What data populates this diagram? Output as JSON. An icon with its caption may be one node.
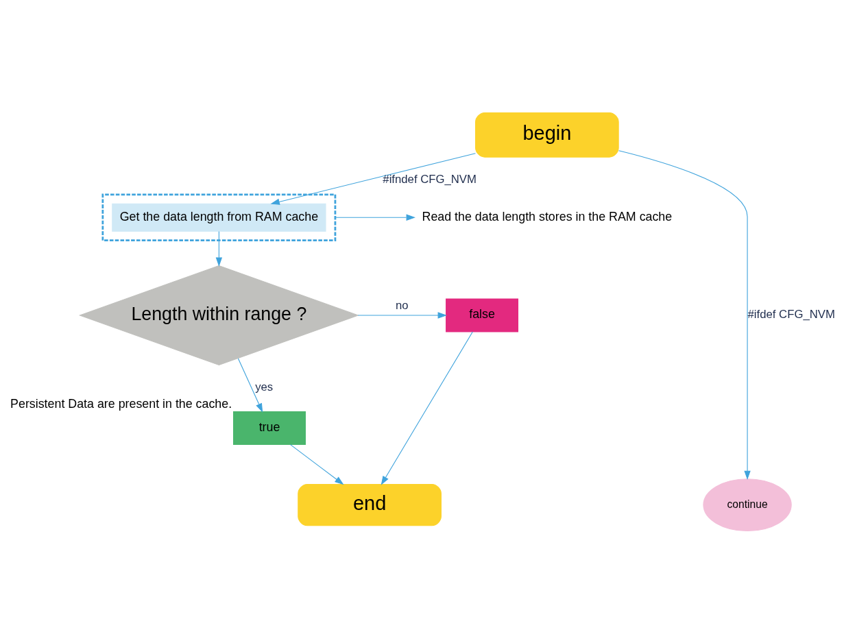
{
  "diagram": {
    "nodes": [
      {
        "text": [
          "begin"
        ]
      },
      {
        "text": [],
        "shape": "box"
      },
      {
        "text": [
          "Get the data length from RAM cache"
        ],
        "in": 1
      },
      {
        "text": [
          "Read the data length stores in the RAM cache"
        ]
      },
      {
        "text": [
          "Length within range ?"
        ]
      },
      {
        "text": [
          "false"
        ]
      },
      {
        "text": [
          "true"
        ],
        "beside": [
          "Persistent Data are present in the cache."
        ]
      },
      {
        "text": [
          "end"
        ]
      },
      {
        "text": [
          "continue"
        ]
      }
    ],
    "edges": [
      {
        "from": 0,
        "to": 8,
        "arrow": "to",
        "label": "#ifdef CFG_NVM"
      },
      {
        "from": 0,
        "to": 2,
        "arrow": "to",
        "label": "#ifndef CFG_NVM"
      },
      {
        "from": 1,
        "to": 3,
        "arrow": "to"
      },
      {
        "from": 2,
        "to": 4,
        "arrow": "to"
      },
      {
        "from": 4,
        "to": 5,
        "arrow": "to",
        "label": "no"
      },
      {
        "from": 4,
        "to": 6,
        "arrow": "to",
        "label": "yes"
      },
      {
        "from": 6,
        "to": 7,
        "arrow": "to"
      },
      {
        "from": 5,
        "to": 7,
        "arrow": "to"
      }
    ]
  }
}
